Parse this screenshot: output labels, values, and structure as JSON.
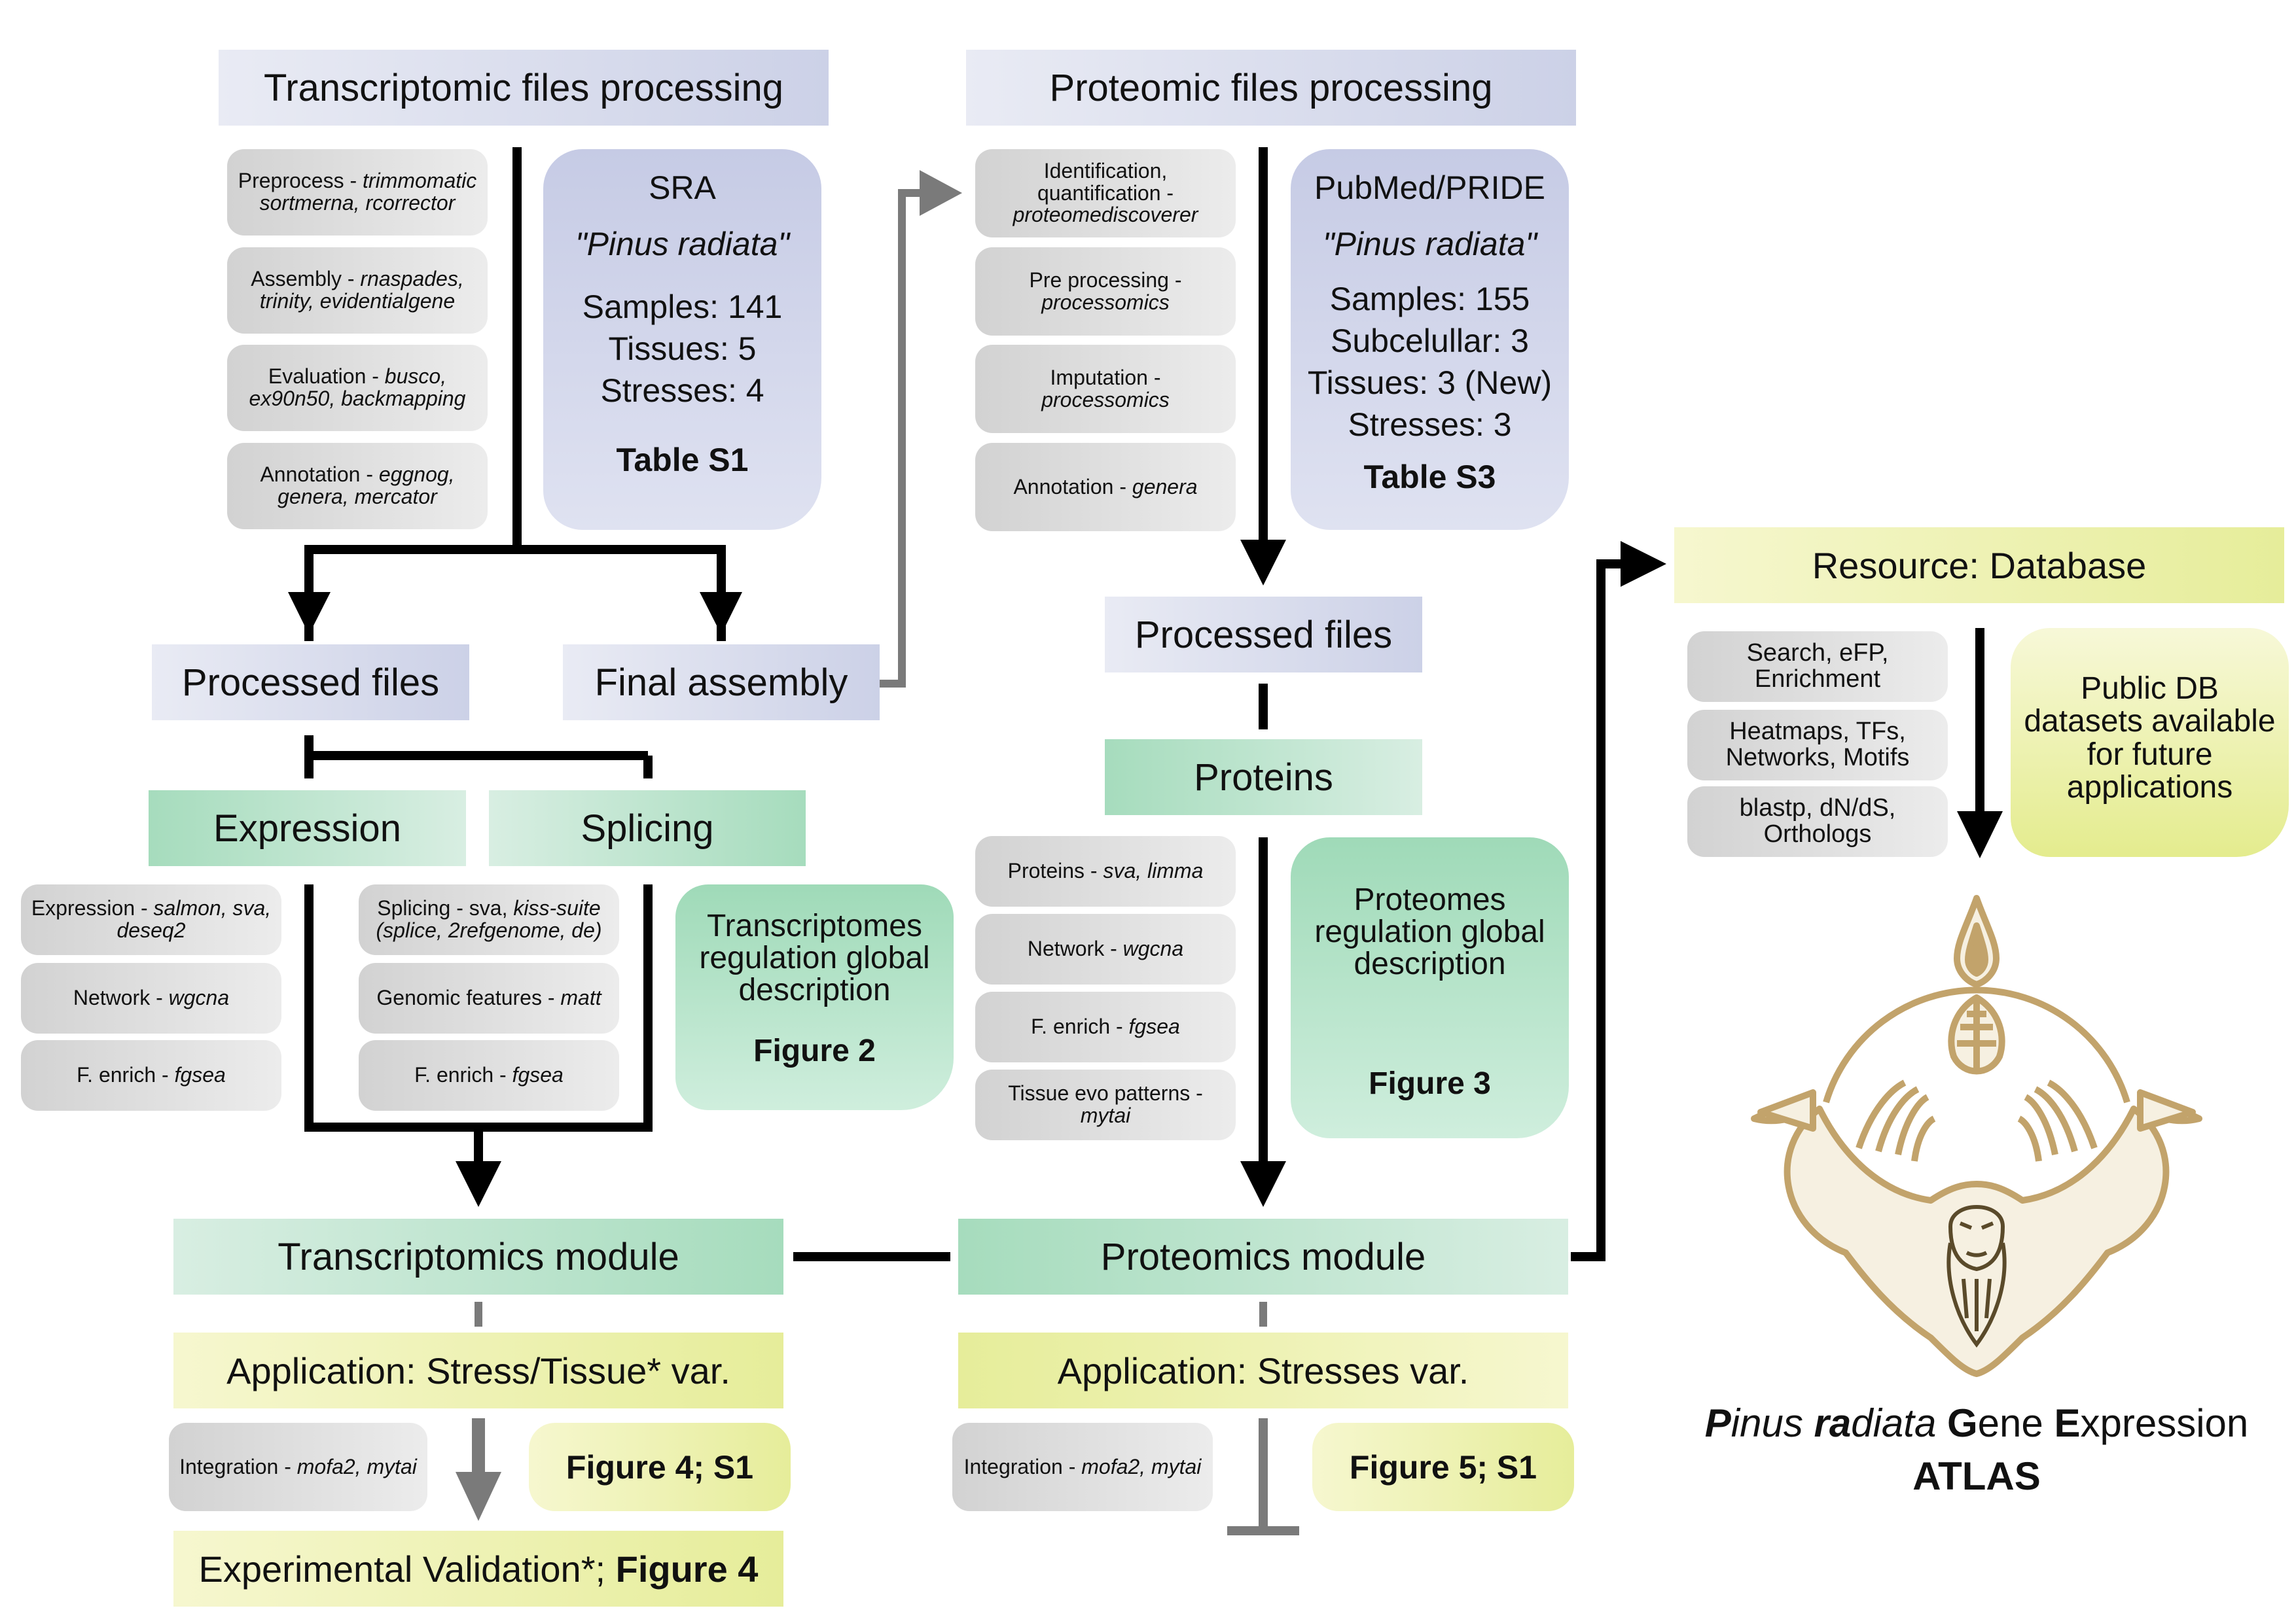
{
  "transcriptomic": {
    "header": "Transcriptomic files processing",
    "steps": [
      {
        "name": "Preprocess - ",
        "tools": "trimmomatic sortmerna, rcorrector"
      },
      {
        "name": "Assembly - ",
        "tools": "rnaspades, trinity, evidentialgene"
      },
      {
        "name": "Evaluation - ",
        "tools": "busco, ex90n50, backmapping"
      },
      {
        "name": "Annotation - ",
        "tools": "eggnog, genera, mercator"
      }
    ],
    "source": {
      "db": "SRA",
      "species": "\"Pinus radiata\"",
      "samples": "Samples: 141",
      "tissues": "Tissues: 5",
      "stresses": "Stresses: 4",
      "table": "Table S1"
    },
    "processed_files": "Processed files",
    "final_assembly": "Final assembly",
    "expression": "Expression",
    "splicing": "Splicing",
    "expression_steps": [
      {
        "name": "Expression - ",
        "tools": "salmon, sva, deseq2"
      },
      {
        "name": "Network - ",
        "tools": "wgcna"
      },
      {
        "name": "F. enrich - ",
        "tools": "fgsea"
      }
    ],
    "splicing_steps": [
      {
        "name": "Splicing - sva, ",
        "tools": "kiss-suite (splice, 2refgenome, de)"
      },
      {
        "name": "Genomic features - ",
        "tools": "matt"
      },
      {
        "name": "F. enrich - ",
        "tools": "fgsea"
      }
    ],
    "global_desc": "Transcriptomes regulation global description",
    "global_fig": "Figure 2",
    "module": "Transcriptomics module",
    "application": "Application: Stress/Tissue* var.",
    "integration": {
      "name": "Integration - ",
      "tools": "mofa2, mytai"
    },
    "app_fig": "Figure 4; S1",
    "validation_text": "Experimental Validation*; ",
    "validation_fig": "Figure 4"
  },
  "proteomic": {
    "header": "Proteomic files processing",
    "steps": [
      {
        "name": "Identification, quantification - ",
        "tools": "proteomediscoverer"
      },
      {
        "name": "Pre processing - ",
        "tools": "processomics"
      },
      {
        "name": "Imputation - ",
        "tools": "processomics"
      },
      {
        "name": "Annotation - ",
        "tools": "genera"
      }
    ],
    "source": {
      "db": "PubMed/PRIDE",
      "species": "\"Pinus radiata\"",
      "samples": "Samples: 155",
      "subcellular": "Subcelullar: 3",
      "tissues": "Tissues: 3 (New)",
      "stresses": "Stresses: 3",
      "table": "Table S3"
    },
    "processed_files": "Processed files",
    "proteins": "Proteins",
    "protein_steps": [
      {
        "name": "Proteins - ",
        "tools": "sva, limma"
      },
      {
        "name": "Network - ",
        "tools": "wgcna"
      },
      {
        "name": "F. enrich - ",
        "tools": "fgsea"
      },
      {
        "name": "Tissue evo patterns - ",
        "tools": "mytai"
      }
    ],
    "global_desc": "Proteomes regulation global description",
    "global_fig": "Figure 3",
    "module": "Proteomics module",
    "application": "Application: Stresses var.",
    "integration": {
      "name": "Integration - ",
      "tools": "mofa2, mytai"
    },
    "app_fig": "Figure 5; S1"
  },
  "resource": {
    "header": "Resource: Database",
    "features": [
      "Search, eFP, Enrichment",
      "Heatmaps, TFs, Networks, Motifs",
      "blastp, dN/dS, Orthologs"
    ],
    "public_note": "Public DB datasets available for future applications"
  },
  "atlas": {
    "t1": "P",
    "t2": "inus ",
    "t3": "ra",
    "t4": "diata ",
    "t5": "G",
    "t6": "ene ",
    "t7": "E",
    "t8": "xpression",
    "line2": "ATLAS"
  },
  "colors": {
    "blue_header": "#ccd1e7",
    "green_header": "#a6dcbd",
    "yellow_header": "#e6ed9a",
    "logo_stroke": "#c2a36b",
    "logo_fill": "#f6f0e1"
  }
}
